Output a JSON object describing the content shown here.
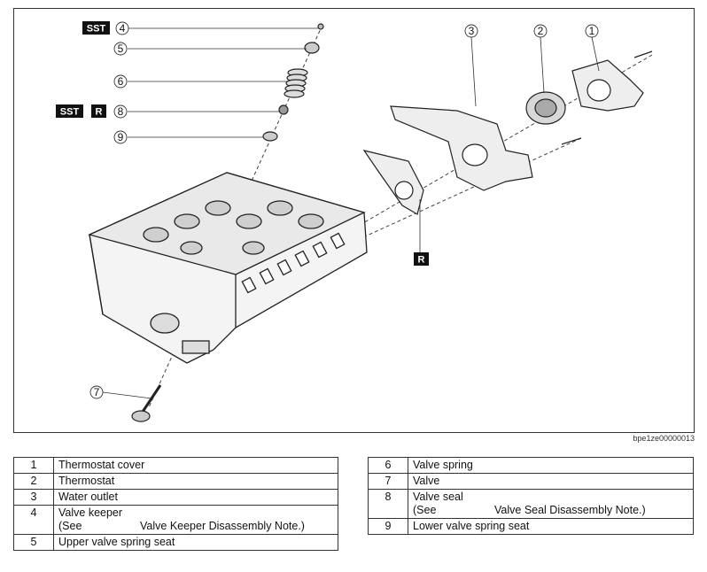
{
  "figure_id": "bpe1ze00000013",
  "badges": {
    "sst": "SST",
    "replace": "R"
  },
  "callouts": [
    "1",
    "2",
    "3",
    "4",
    "5",
    "6",
    "7",
    "8",
    "9"
  ],
  "parts_left": [
    {
      "num": "1",
      "name": "Thermostat cover"
    },
    {
      "num": "2",
      "name": "Thermostat"
    },
    {
      "num": "3",
      "name": "Water outlet"
    },
    {
      "num": "4",
      "name": "Valve keeper",
      "see": "(See",
      "note": "Valve Keeper Disassembly Note.)"
    },
    {
      "num": "5",
      "name": "Upper valve spring seat"
    }
  ],
  "parts_right": [
    {
      "num": "6",
      "name": "Valve spring"
    },
    {
      "num": "7",
      "name": "Valve"
    },
    {
      "num": "8",
      "name": "Valve seal",
      "see": "(See",
      "note": "Valve Seal Disassembly Note.)"
    },
    {
      "num": "9",
      "name": "Lower valve spring seat"
    }
  ]
}
